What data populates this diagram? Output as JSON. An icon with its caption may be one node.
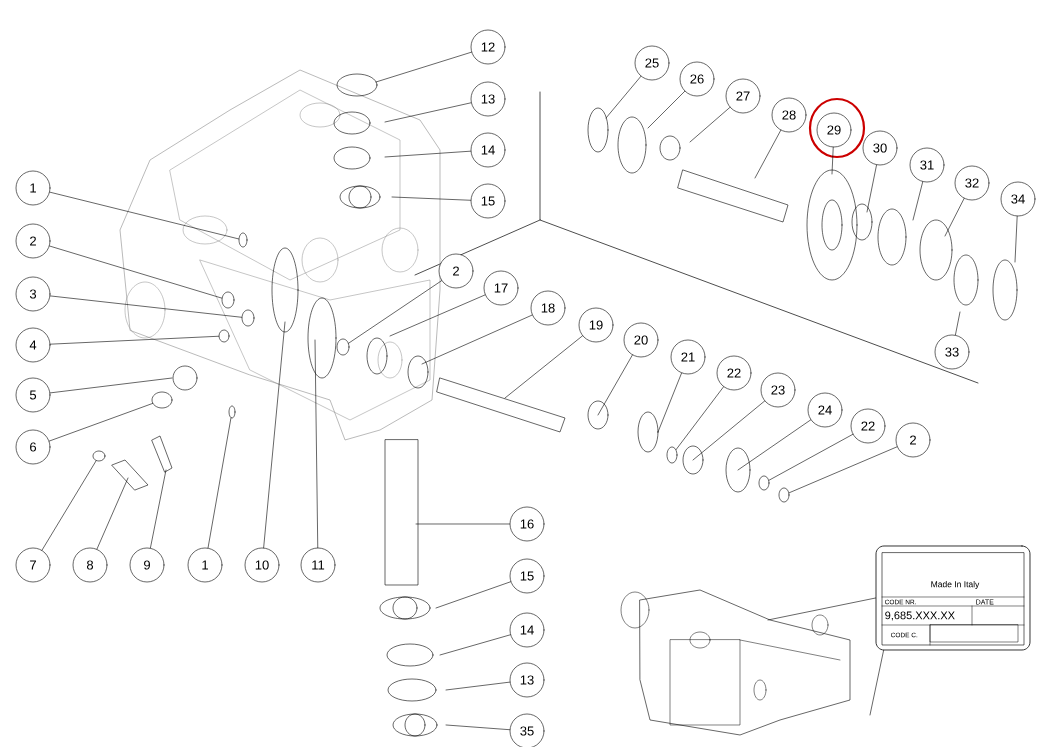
{
  "diagram": {
    "nodes": [
      {
        "text": [
          "1"
        ]
      },
      {
        "text": [
          "2"
        ]
      },
      {
        "text": [
          "3"
        ]
      },
      {
        "text": [
          "4"
        ]
      },
      {
        "text": [
          "5"
        ]
      },
      {
        "text": [
          "6"
        ]
      },
      {
        "text": [
          "7"
        ]
      },
      {
        "text": [
          "8"
        ]
      },
      {
        "text": [
          "9"
        ]
      },
      {
        "text": [
          "1"
        ]
      },
      {
        "text": [
          "10"
        ]
      },
      {
        "text": [
          "11"
        ]
      },
      {
        "text": [
          "12"
        ]
      },
      {
        "text": [
          "13"
        ]
      },
      {
        "text": [
          "14"
        ]
      },
      {
        "text": [
          "15"
        ]
      },
      {
        "text": [
          "2"
        ]
      },
      {
        "text": [
          "17"
        ]
      },
      {
        "text": [
          "18"
        ]
      },
      {
        "text": [
          "19"
        ]
      },
      {
        "text": [
          "20"
        ]
      },
      {
        "text": [
          "21"
        ]
      },
      {
        "text": [
          "22"
        ]
      },
      {
        "text": [
          "23"
        ]
      },
      {
        "text": [
          "24"
        ]
      },
      {
        "text": [
          "22"
        ]
      },
      {
        "text": [
          "2"
        ]
      },
      {
        "text": [
          "16"
        ]
      },
      {
        "text": [
          "15"
        ]
      },
      {
        "text": [
          "14"
        ]
      },
      {
        "text": [
          "13"
        ]
      },
      {
        "text": [
          "35"
        ]
      },
      {
        "text": [
          "25"
        ]
      },
      {
        "text": [
          "26"
        ]
      },
      {
        "text": [
          "27"
        ]
      },
      {
        "text": [
          "28"
        ]
      },
      {
        "text": [
          "29"
        ]
      },
      {
        "text": [
          "30"
        ]
      },
      {
        "text": [
          "31"
        ]
      },
      {
        "text": [
          "32"
        ]
      },
      {
        "text": [
          "33"
        ]
      },
      {
        "text": [
          "34"
        ]
      },
      {
        "text": [
          "Made In Italy",
          "CODE NR.",
          "DATE",
          "9,685.XXX.XX",
          "CODE C."
        ]
      },
      {
        "text": [],
        "shape": "ellipse"
      },
      {
        "text": [],
        "shape": "ellipse"
      },
      {
        "text": [],
        "shape": "ellipse"
      },
      {
        "text": [],
        "shape": "ellipse"
      },
      {
        "text": [],
        "shape": "ellipse"
      },
      {
        "text": [],
        "shape": "ellipse"
      },
      {
        "text": [],
        "shape": "ellipse"
      },
      {
        "text": [],
        "shape": "ellipse"
      },
      {
        "text": [],
        "shape": "ellipse"
      },
      {
        "text": [],
        "shape": "ellipse"
      },
      {
        "text": [],
        "shape": "ellipse"
      }
    ],
    "edges": [
      {
        "from": 0,
        "to": 48,
        "arrow": "none"
      },
      {
        "from": 1,
        "to": 46,
        "arrow": "none"
      },
      {
        "from": 2,
        "to": 49,
        "arrow": "none"
      },
      {
        "from": 3,
        "to": 45,
        "arrow": "none"
      },
      {
        "from": 4,
        "to": null,
        "arrow": "none"
      },
      {
        "from": 5,
        "to": 44,
        "arrow": "none"
      },
      {
        "from": 6,
        "to": 43,
        "arrow": "none"
      },
      {
        "from": 7,
        "to": null,
        "arrow": "none"
      },
      {
        "from": 8,
        "to": null,
        "arrow": "none"
      },
      {
        "from": 9,
        "to": 47,
        "arrow": "none"
      },
      {
        "from": 10,
        "to": null,
        "arrow": "none"
      },
      {
        "from": 11,
        "to": null,
        "arrow": "none"
      },
      {
        "from": 12,
        "to": null,
        "arrow": "none"
      },
      {
        "from": 13,
        "to": null,
        "arrow": "none"
      },
      {
        "from": 14,
        "to": null,
        "arrow": "none"
      },
      {
        "from": 15,
        "to": null,
        "arrow": "none"
      },
      {
        "from": 16,
        "to": 50,
        "arrow": "none"
      },
      {
        "from": 17,
        "to": null,
        "arrow": "none"
      },
      {
        "from": 18,
        "to": null,
        "arrow": "none"
      },
      {
        "from": 19,
        "to": null,
        "arrow": "none"
      },
      {
        "from": 20,
        "to": null,
        "arrow": "none"
      },
      {
        "from": 21,
        "to": null,
        "arrow": "none"
      },
      {
        "from": 22,
        "to": 51,
        "arrow": "none"
      },
      {
        "from": 23,
        "to": null,
        "arrow": "none"
      },
      {
        "from": 24,
        "to": null,
        "arrow": "none"
      },
      {
        "from": 25,
        "to": 52,
        "arrow": "none"
      },
      {
        "from": 26,
        "to": 53,
        "arrow": "none"
      },
      {
        "from": 27,
        "to": null,
        "arrow": "none"
      },
      {
        "from": 28,
        "to": null,
        "arrow": "none"
      },
      {
        "from": 29,
        "to": null,
        "arrow": "none"
      },
      {
        "from": 30,
        "to": null,
        "arrow": "none"
      },
      {
        "from": 31,
        "to": null,
        "arrow": "none"
      },
      {
        "from": 32,
        "to": null,
        "arrow": "none"
      },
      {
        "from": 33,
        "to": null,
        "arrow": "none"
      },
      {
        "from": 34,
        "to": null,
        "arrow": "none"
      },
      {
        "from": 35,
        "to": null,
        "arrow": "none"
      },
      {
        "from": 36,
        "to": null,
        "arrow": "none"
      },
      {
        "from": 37,
        "to": null,
        "arrow": "none"
      },
      {
        "from": 38,
        "to": null,
        "arrow": "none"
      },
      {
        "from": 39,
        "to": null,
        "arrow": "none"
      },
      {
        "from": 40,
        "to": null,
        "arrow": "none"
      },
      {
        "from": 41,
        "to": null,
        "arrow": "none"
      },
      {
        "from": 42,
        "to": null,
        "arrow": "none"
      },
      {
        "from": 42,
        "to": null,
        "arrow": "none"
      }
    ]
  }
}
